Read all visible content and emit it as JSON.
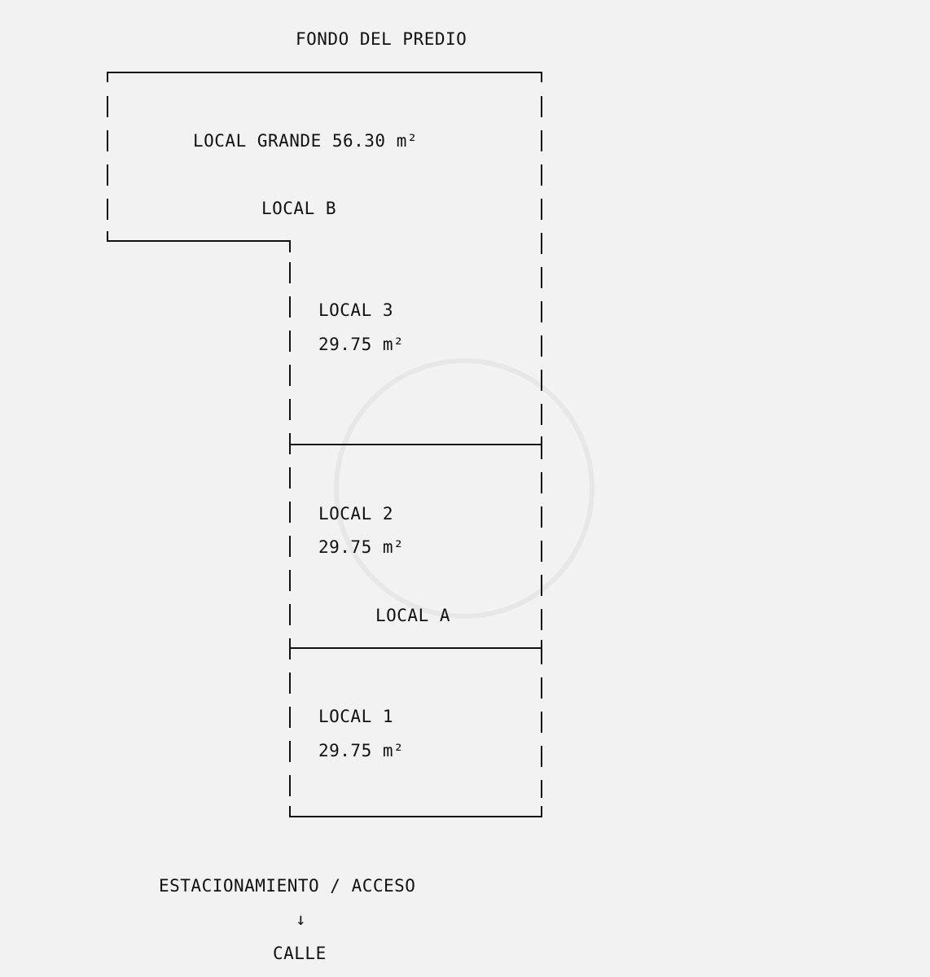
{
  "header": {
    "title": "FONDO DEL PREDIO"
  },
  "units": {
    "local_grande": {
      "name": "LOCAL GRANDE 56.30 m²",
      "group": "LOCAL B"
    },
    "local_3": {
      "name": "LOCAL 3",
      "area": "29.75 m²"
    },
    "local_2": {
      "name": "LOCAL 2",
      "area": "29.75 m²",
      "group": "LOCAL A"
    },
    "local_1": {
      "name": "LOCAL 1",
      "area": "29.75 m²"
    }
  },
  "footer": {
    "access": "ESTACIONAMIENTO / ACCESO",
    "arrow": "↓",
    "street": "CALLE"
  }
}
